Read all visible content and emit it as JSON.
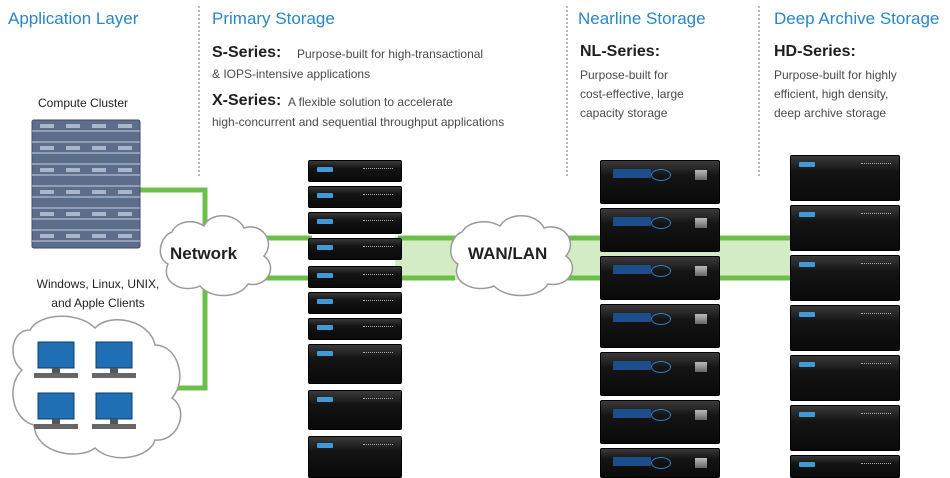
{
  "columns": {
    "application_layer": {
      "title": "Application Layer"
    },
    "primary_storage": {
      "title": "Primary Storage",
      "s_series_name": "S-Series:",
      "s_series_desc_1": "Purpose-built for high-transactional",
      "s_series_desc_2": "& IOPS-intensive applications",
      "x_series_name": "X-Series:",
      "x_series_desc_1": "A flexible solution to accelerate",
      "x_series_desc_2": "high-concurrent and sequential throughput applications"
    },
    "nearline_storage": {
      "title": "Nearline Storage",
      "series_name": "NL-Series:",
      "desc_1": "Purpose-built for",
      "desc_2": "cost-effective, large",
      "desc_3": "capacity storage"
    },
    "deep_archive_storage": {
      "title": "Deep Archive Storage",
      "series_name": "HD-Series:",
      "desc_1": "Purpose-built for highly",
      "desc_2": "efficient, high density,",
      "desc_3": "deep archive storage"
    }
  },
  "nodes": {
    "compute_cluster": "Compute Cluster",
    "clients_1": "Windows, Linux, UNIX,",
    "clients_2": "and Apple Clients",
    "network": "Network",
    "wan_lan": "WAN/LAN"
  },
  "colors": {
    "title_blue": "#2a86c5",
    "link_green": "#6cc04a",
    "band_green": "#d4ecc6"
  }
}
